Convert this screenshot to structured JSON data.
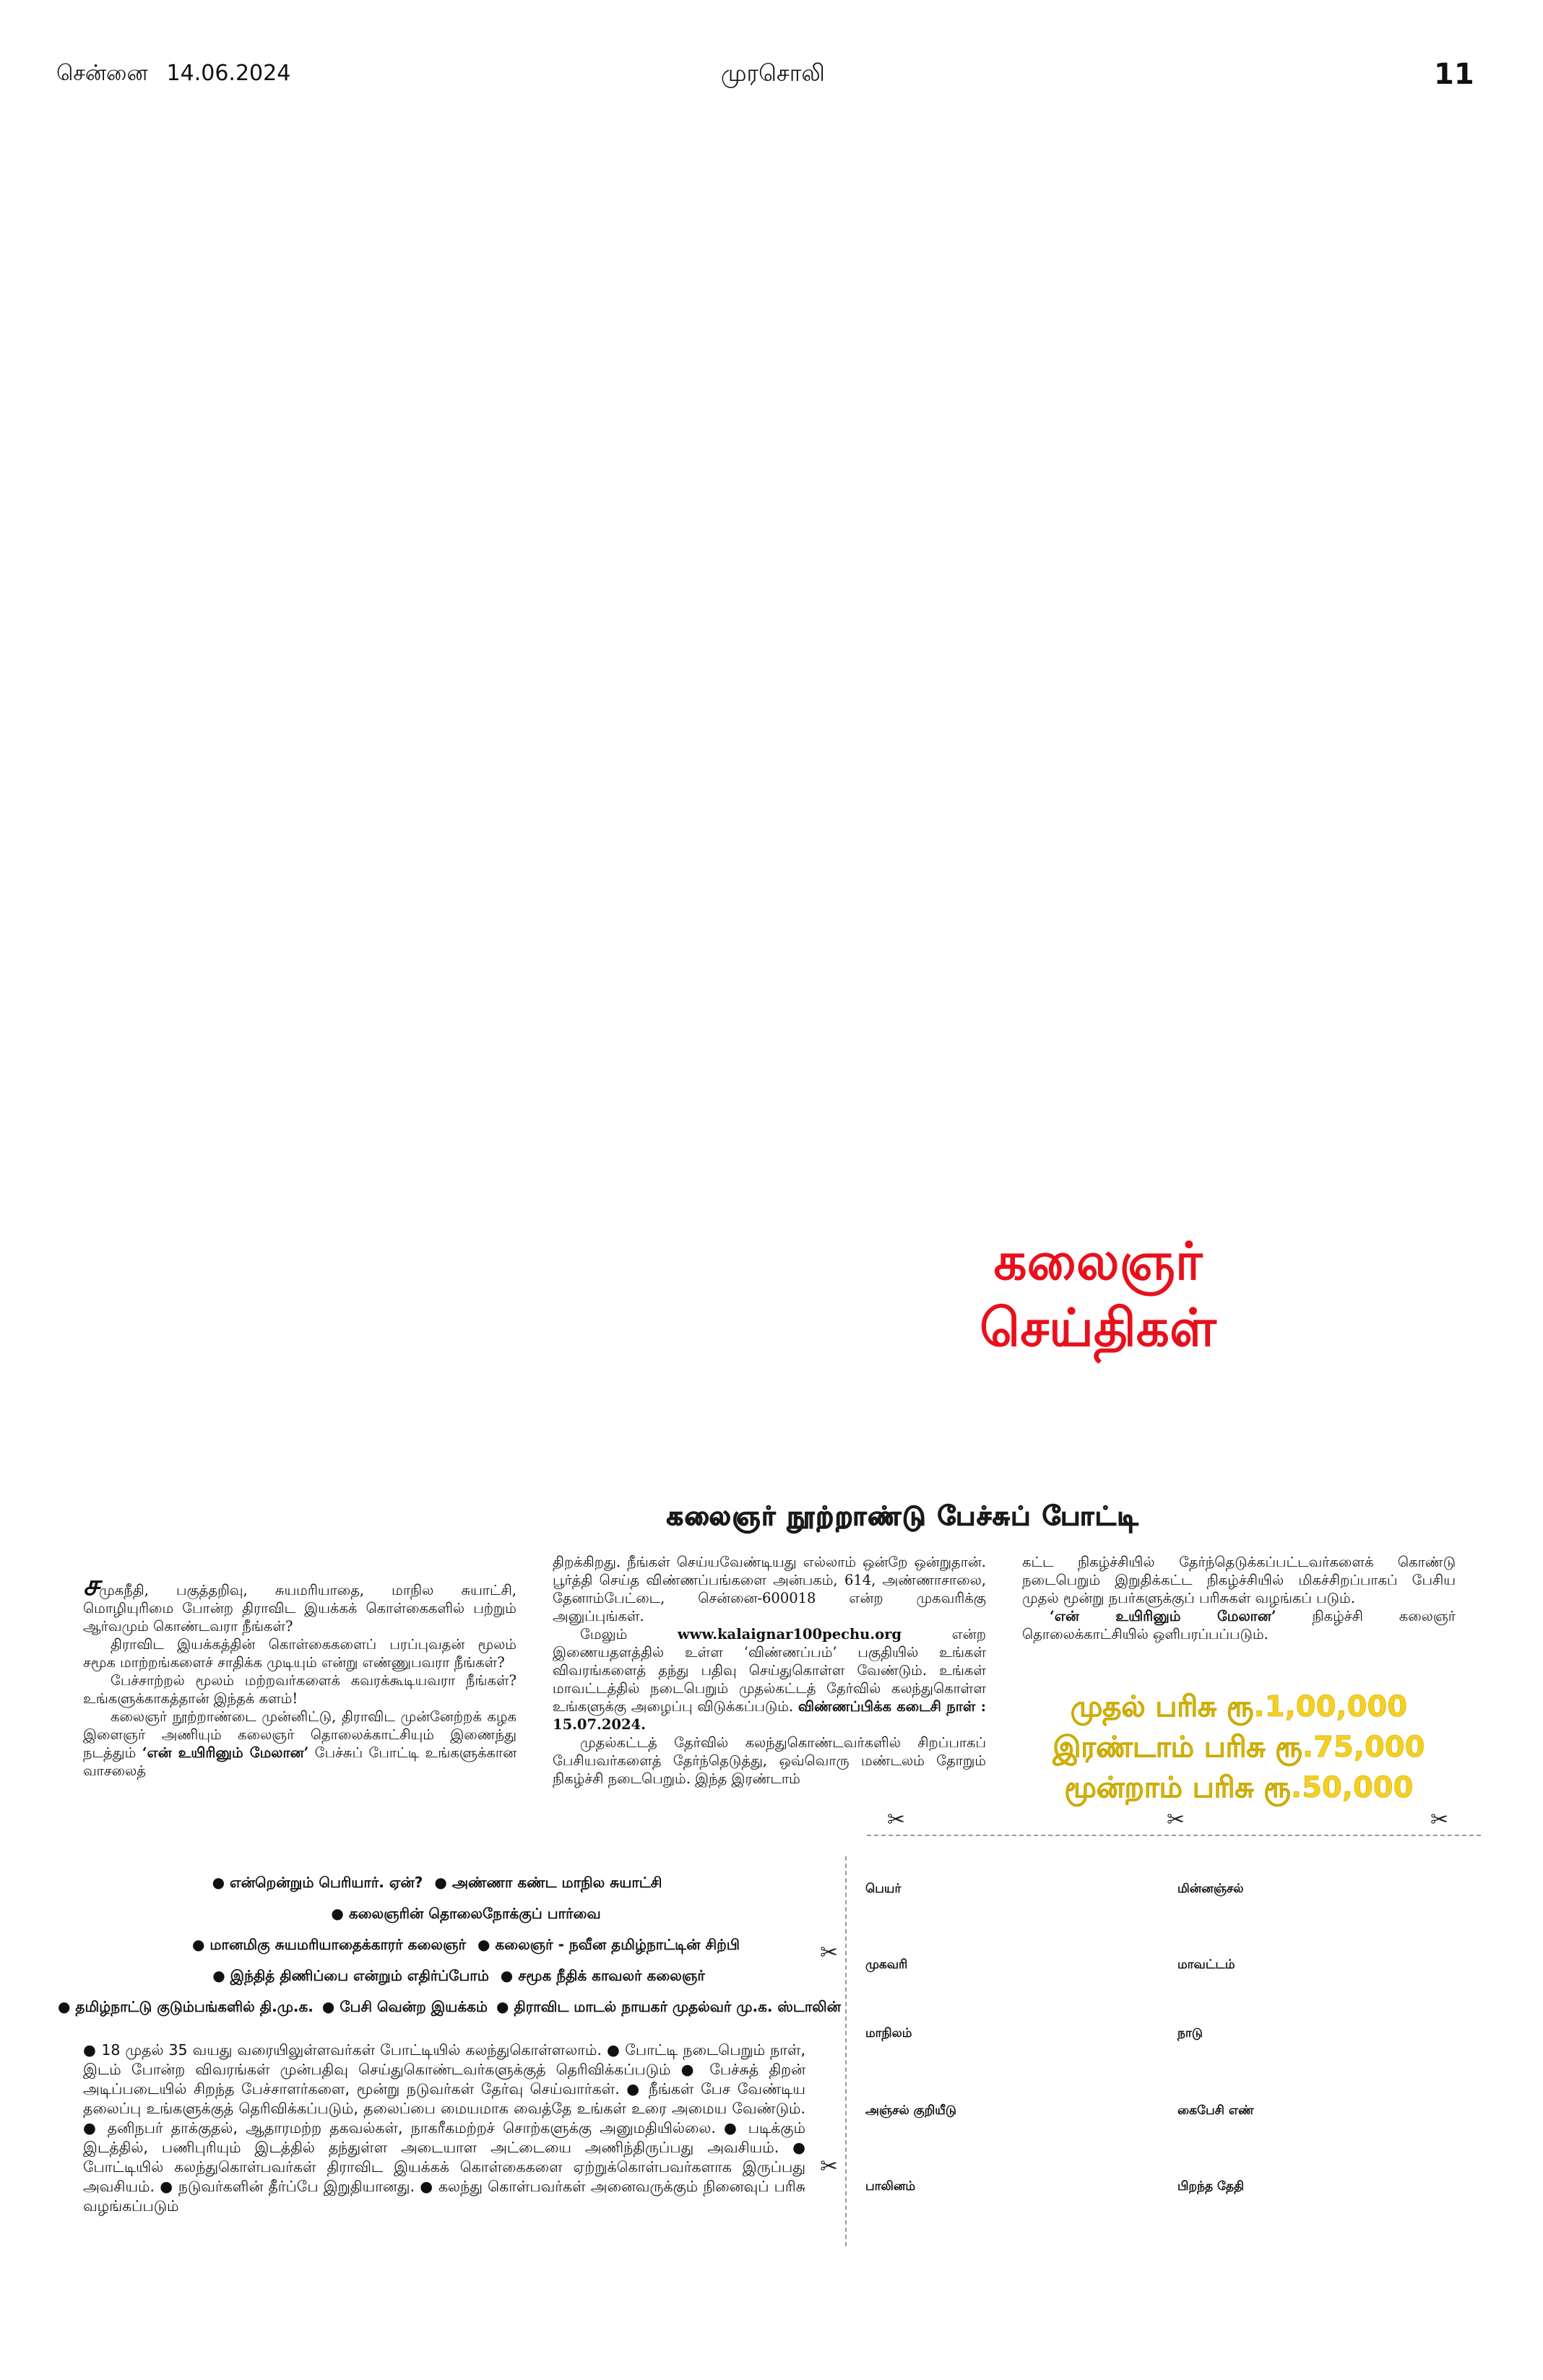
{
  "header": {
    "city": "சென்னை",
    "date": "14.06.2024",
    "paper": "முரசொலி",
    "page_number": "11"
  },
  "section_title": {
    "line1": "கலைஞர்",
    "line2": "செய்திகள்"
  },
  "competition": {
    "banner": "கலைஞர் நூற்றாண்டு பேச்சுப் போட்டி",
    "col1": {
      "dropcap": "ச",
      "p1": "முகநீதி, பகுத்தறிவு, சுயமரியாதை, மாநில சுயாட்சி, மொழியுரிமை போன்ற திராவிட இயக்கக் கொள்கைகளில் பற்றும் ஆர்வமும் கொண்டவரா நீங்கள்?",
      "p2": "திராவிட இயக்கத்தின் கொள்கைகளைப் பரப்புவதன் மூலம் சமூக மாற்றங்களைச் சாதிக்க முடியும் என்று எண்ணுபவரா நீங்கள்?",
      "p3": "பேச்சாற்றல் மூலம் மற்றவர்களைக் கவரக்கூடியவரா நீங்கள்? உங்களுக்காகத்தான் இந்தக் களம்!",
      "p4_a": "கலைஞர் நூற்றாண்டை முன்னிட்டு, திராவிட முன்னேற்றக் கழக இளைஞர் அணியும் கலைஞர் தொலைக்காட்சியும் இணைந்து நடத்தும் ",
      "p4_bold": "‘என் உயிரினும் மேலான’",
      "p4_b": " பேச்சுப் போட்டி உங்களுக்கான வாசலைத்"
    },
    "col2": {
      "p1": "திறக்கிறது. நீங்கள் செய்யவேண்டியது எல்லாம் ஒன்றே ஒன்றுதான். பூர்த்தி செய்த விண்ணப்பங்களை அன்பகம், 614, அண்ணாசாலை, தேனாம்பேட்டை, சென்னை-600018 என்ற முகவரிக்கு அனுப்புங்கள்.",
      "p2_a": "மேலும் ",
      "p2_web": "www.kalaignar100pechu.org",
      "p2_b": " என்ற இணையதளத்தில் உள்ள ‘விண்ணப்பம்’ பகுதியில் உங்கள் விவரங்களைத் தந்து பதிவு செய்துகொள்ள வேண்டும். உங்கள் மாவட்டத்தில் நடைபெறும் முதல்கட்டத் தேர்வில் கலந்துகொள்ள உங்களுக்கு அழைப்பு விடுக்கப்படும். ",
      "p2_deadline": "விண்ணப்பிக்க கடைசி நாள் : 15.07.2024.",
      "p3": "முதல்கட்டத் தேர்வில் கலந்துகொண்டவர்களில் சிறப்பாகப் பேசியவர்களைத் தேர்ந்தெடுத்து, ஒவ்வொரு மண்டலம் தோறும் நிகழ்ச்சி நடைபெறும். இந்த இரண்டாம்"
    },
    "col3": {
      "p1": "கட்ட நிகழ்ச்சியில் தேர்ந்தெடுக்கப்பட்டவர்களைக் கொண்டு நடைபெறும் இறுதிக்கட்ட நிகழ்ச்சியில் மிகச்சிறப்பாகப் பேசிய முதல் மூன்று நபர்களுக்குப் பரிசுகள் வழங்கப் படும்.",
      "p2_bold": "‘என் உயிரினும் மேலான’",
      "p2_b": " நிகழ்ச்சி கலைஞர் தொலைக்காட்சியில் ஒளிபரப்பப்படும்."
    },
    "prizes": [
      "முதல் பரிசு ரூ.1,00,000",
      "இரண்டாம் பரிசு ரூ.75,000",
      "மூன்றாம் பரிசு ரூ.50,000"
    ],
    "topics_rows": [
      [
        "என்றென்றும் பெரியார். ஏன்?",
        "அண்ணா கண்ட மாநில சுயாட்சி"
      ],
      [
        "கலைஞரின் தொலைநோக்குப் பார்வை"
      ],
      [
        "மானமிகு சுயமரியாதைக்காரர் கலைஞர்",
        "கலைஞர் - நவீன தமிழ்நாட்டின் சிற்பி"
      ],
      [
        "இந்தித் திணிப்பை என்றும் எதிர்ப்போம்",
        "சமூக நீதிக் காவலர் கலைஞர்"
      ],
      [
        "தமிழ்நாட்டு குடும்பங்களில் தி.மு.க.",
        "பேசி வென்ற இயக்கம்",
        "திராவிட மாடல் நாயகர் முதல்வர் மு.க. ஸ்டாலின்"
      ]
    ],
    "rules": "● 18 முதல் 35 வயது வரையிலுள்ளவர்கள் போட்டியில் கலந்துகொள்ளலாம். ● போட்டி நடைபெறும் நாள், இடம் போன்ற விவரங்கள் முன்பதிவு செய்துகொண்டவர்களுக்குத் தெரிவிக்கப்படும் ● பேச்சுத் திறன் அடிப்படையில் சிறந்த பேச்சாளர்களை, மூன்று நடுவர்கள் தேர்வு செய்வார்கள். ● நீங்கள் பேச வேண்டிய தலைப்பு உங்களுக்குத் தெரிவிக்கப்படும், தலைப்பை மையமாக வைத்தே உங்கள் உரை அமைய வேண்டும். ● தனிநபர் தாக்குதல், ஆதாரமற்ற தகவல்கள், நாகரீகமற்றச் சொற்களுக்கு அனுமதியில்லை. ● படிக்கும் இடத்தில், பணிபுரியும் இடத்தில் தந்துள்ள அடையாள அட்டையை அணிந்திருப்பது அவசியம். ● போட்டியில் கலந்துகொள்பவர்கள் திராவிட இயக்கக் கொள்கைகளை ஏற்றுக்கொள்பவர்களாக இருப்பது அவசியம். ● நடுவர்களின் தீர்ப்பே இறுதியானது. ● கலந்து கொள்பவர்கள் அனைவருக்கும் நினைவுப் பரிசு வழங்கப்படும்"
  },
  "form": {
    "name": "பெயர்",
    "email": "மின்னஞ்சல்",
    "address": "முகவரி",
    "district": "மாவட்டம்",
    "state": "மாநிலம்",
    "country": "நாடு",
    "pincode": "அஞ்சல் குறியீடு",
    "mobile": "கைபேசி எண்",
    "gender": "பாலினம்",
    "dob": "பிறந்த தேதி"
  },
  "icons": {
    "cut": "✂"
  }
}
